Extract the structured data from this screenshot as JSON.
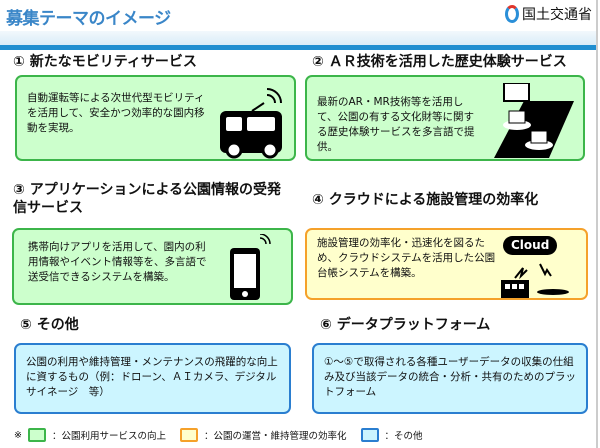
{
  "header": {
    "title": "募集テーマのイメージ",
    "ministry": "国土交通省"
  },
  "sections": [
    {
      "heading": "① 新たなモビリティサービス",
      "body": "自動運転等による次世代型モビリティを活用して、安全かつ効率的な園内移動を実現。"
    },
    {
      "heading": "② ＡＲ技術を活用した歴史体験サービス",
      "body": "最新のAR・MR技術等を活用して、公園の有する文化財等に関する歴史体験サービスを多言語で提供。"
    },
    {
      "heading": "③ アプリケーションによる公園情報の受発信サービス",
      "body": "携帯向けアプリを活用して、園内の利用情報やイベント情報等を、多言語で送受信できるシステムを構築。"
    },
    {
      "heading": "④ クラウドによる施設管理の効率化",
      "body": "施設管理の効率化・迅速化を図るため、クラウドシステムを活用した公園台帳システムを構築。",
      "cloud_label": "Cloud"
    },
    {
      "heading": "⑤ その他",
      "body": "公園の利用や維持管理・メンテナンスの飛躍的な向上に資するもの（例：ドローン、ＡＩカメラ、デジタルサイネージ　等）"
    },
    {
      "heading": "⑥ データプラットフォーム",
      "body": "①～⑤で取得される各種ユーザーデータの収集の仕組み及び当該データの統合・分析・共有のためのプラットフォーム"
    }
  ],
  "legend": {
    "mark": "※",
    "items": [
      {
        "label": "：公園利用サービスの向上",
        "color": "#ccffcc"
      },
      {
        "label": "：公園の運営・維持管理の効率化",
        "color": "#ffffcc"
      },
      {
        "label": "：その他",
        "color": "#ccf5ff"
      }
    ]
  }
}
